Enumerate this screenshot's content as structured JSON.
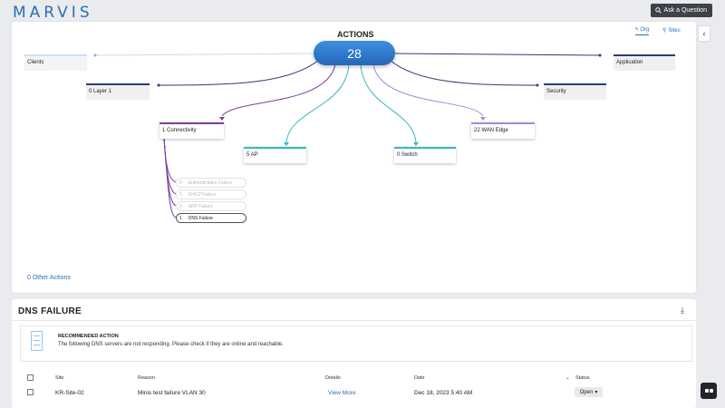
{
  "app": {
    "logo": "MARVIS",
    "ask_label": "Ask a Question"
  },
  "actions": {
    "title": "ACTIONS",
    "total": "28",
    "view_toggle": {
      "org": "Org",
      "sites": "Sites"
    },
    "nodes": {
      "clients": "Clients",
      "application": "Application",
      "layer1": "0 Layer 1",
      "security": "Security",
      "connectivity": "1 Connectivity",
      "wan_edge": "22 WAN Edge",
      "ap": "5 AP",
      "switch": "0 Switch"
    },
    "connectivity_subitems": [
      {
        "count": "0",
        "label": "Authentication Failure"
      },
      {
        "count": "0",
        "label": "DHCP Failure"
      },
      {
        "count": "0",
        "label": "ARP Failure"
      },
      {
        "count": "1",
        "label": "DNS Failure"
      }
    ],
    "other_actions": "0 Other Actions"
  },
  "colors": {
    "accent": "#2a6fb5",
    "layer": "#2b3a7a",
    "connectivity": "#7b3fa3",
    "ap_switch": "#35b8bf",
    "wan": "#9a8ae6"
  },
  "dns": {
    "title": "DNS FAILURE",
    "recommended_title": "RECOMMENDED ACTION",
    "recommended_text": "The following DNS servers are not responding. Please check if they are online and reachable.",
    "columns": {
      "site": "Site",
      "reason": "Reason",
      "details": "Details",
      "date": "Date",
      "status": "Status"
    },
    "rows": [
      {
        "site": "KR-Site-02",
        "reason": "Minis test failure VLAN 30",
        "details": "View More",
        "date": "Dec 18, 2023 5:40 AM",
        "status": "Open"
      }
    ]
  }
}
